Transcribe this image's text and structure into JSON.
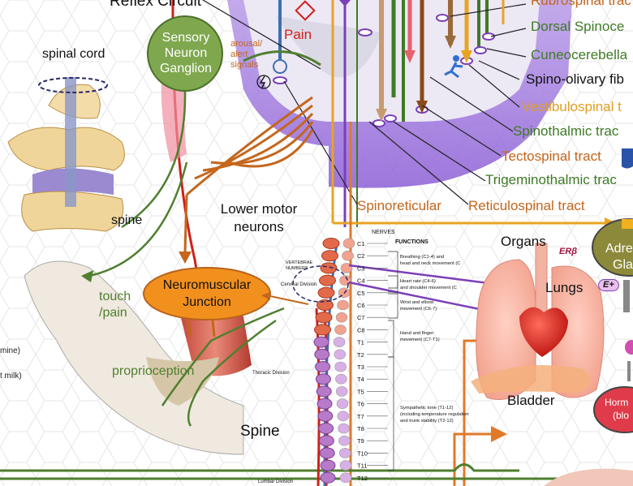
{
  "labels": {
    "reflex_circuit": "Reflex Circuit",
    "pain": "Pain",
    "sensory_neuron_ganglion": [
      "Sensory",
      "Neuron",
      "Ganglion"
    ],
    "arousal_alert_signals": [
      "arousal/",
      "alert",
      "signals"
    ],
    "spinal_cord": "spinal cord",
    "spine_small": "spine",
    "lower_motor_neurons": [
      "Lower motor",
      "neurons"
    ],
    "touch_pain": [
      "touch",
      "/pain"
    ],
    "neuromuscular_junction": [
      "Neuromuscular",
      "Junction"
    ],
    "proprioception": "proprioception",
    "spine_big": "Spine",
    "spinoreticular": "Spinoreticular",
    "reticulospinal": "Reticulospinal tract",
    "organs": "Organs",
    "lungs": "Lungs",
    "bladder": "Bladder",
    "er_beta": "ERβ",
    "e_plus": "E+",
    "adrenal": [
      "Adre",
      "Gla"
    ],
    "hormone": [
      "Horm",
      "(blo"
    ],
    "left_cut": [
      "mine)",
      "t milk)"
    ]
  },
  "tracts": [
    {
      "label": "Rubrospinal trac",
      "color": "#c4661c"
    },
    {
      "label": "Dorsal Spinoce",
      "color": "#3f7a25"
    },
    {
      "label": "Cuneocerebella",
      "color": "#3f7a25"
    },
    {
      "label": "Spino-olivary fib",
      "color": "#111111"
    },
    {
      "label": "Vestibulospinal t",
      "color": "#e0a020"
    },
    {
      "label": "Spinothalmic trac",
      "color": "#3f7a25"
    },
    {
      "label": "Tectospinal tract",
      "color": "#c4661c"
    },
    {
      "label": "Trigeminothalmic trac",
      "color": "#3f7a25"
    }
  ],
  "spine_chart": {
    "nerves_header": "NERVES",
    "functions_header": "FUNCTIONS",
    "vertebrae_numbers": [
      "VERTEBRAE",
      "NUMBERS"
    ],
    "cervical_division": "Cervical Division",
    "thoracic_division": "Thoracic Division",
    "lumbar_division": "Lumbar Division",
    "nerves": [
      "C1",
      "C2",
      "C3",
      "C4",
      "C5",
      "C6",
      "C7",
      "C8",
      "T1",
      "T2",
      "T3",
      "T4",
      "T5",
      "T6",
      "T7",
      "T8",
      "T9",
      "T10",
      "T11",
      "T12"
    ],
    "functions": [
      [
        "Breathing (C1-4) and",
        "head and neck movement (C"
      ],
      [
        "Heart rate (C4-6)",
        "and shoulder movement (C"
      ],
      [
        "Wrist and elbow",
        "movement (C6-7)"
      ],
      [
        "Hand and finger",
        "movement (C7-T1)"
      ],
      [
        "Sympathetic tone (T1-12)",
        "(including temperature regulation",
        "and trunk stability (T2-12)"
      ]
    ]
  },
  "colors": {
    "green": "#3f7a25",
    "orange": "#c4661c",
    "gold": "#e8a421",
    "purple": "#7b3fb8",
    "red": "#d0201b",
    "bone": "#e8c98a"
  }
}
